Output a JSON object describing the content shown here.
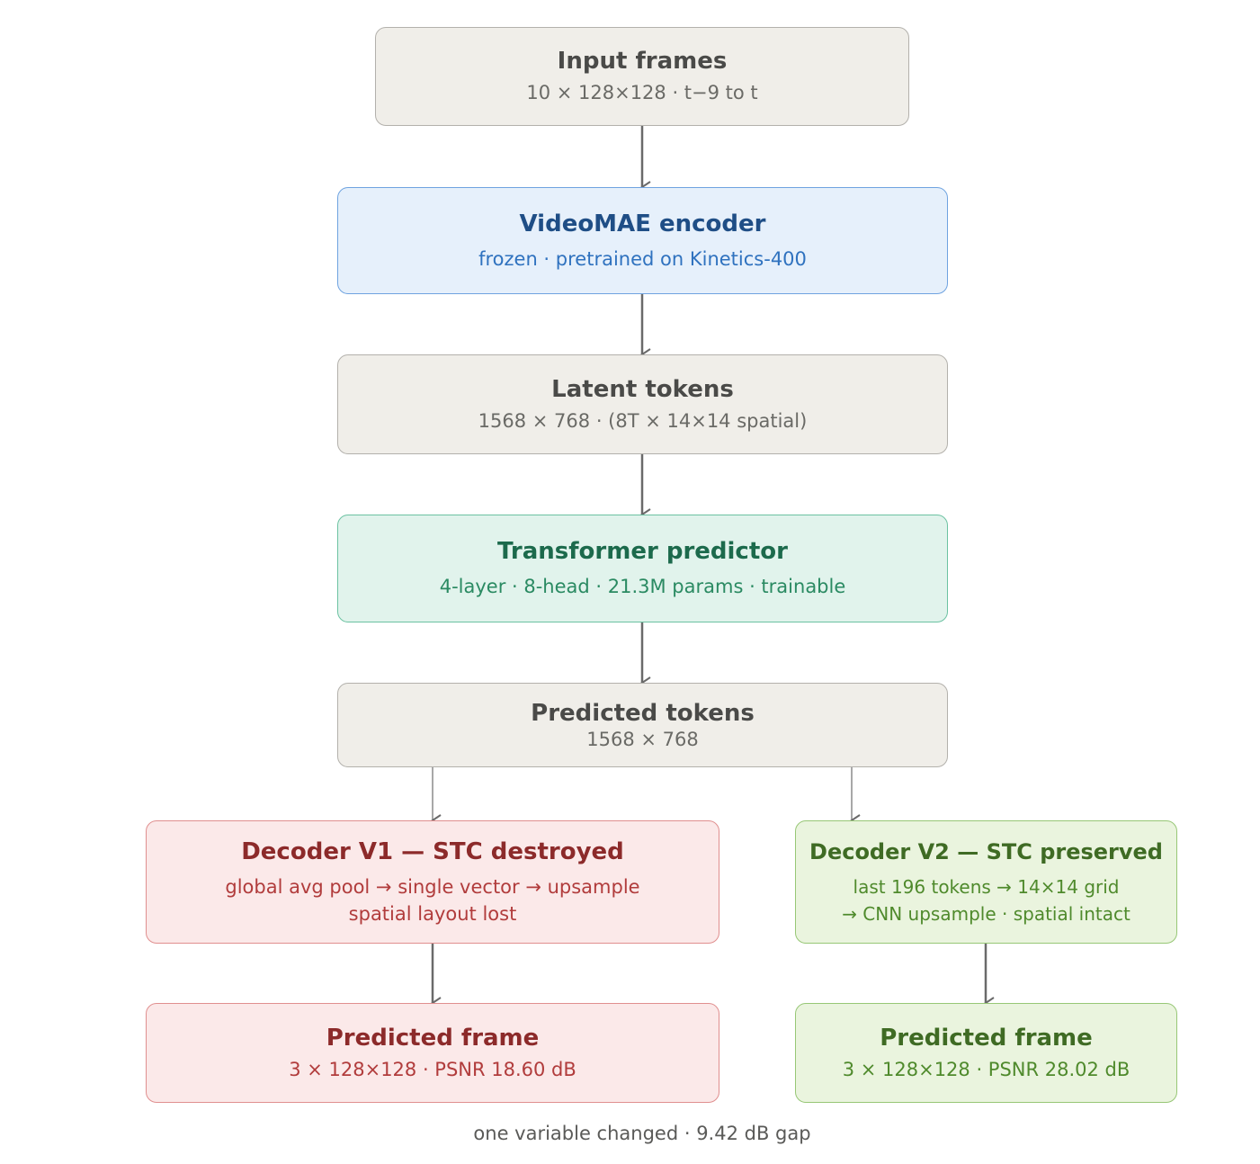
{
  "nodes": {
    "input_frames": {
      "title": "Input frames",
      "sub": "10 × 128×128 · t−9 to t"
    },
    "encoder": {
      "title": "VideoMAE encoder",
      "sub": "frozen · pretrained on Kinetics-400"
    },
    "latent_tokens": {
      "title": "Latent tokens",
      "sub": "1568 × 768 · (8T × 14×14 spatial)"
    },
    "predictor": {
      "title": "Transformer predictor",
      "sub": "4-layer · 8-head · 21.3M params · trainable"
    },
    "predicted_tokens": {
      "title": "Predicted tokens",
      "sub": "1568 × 768"
    },
    "decoder_v1": {
      "title": "Decoder V1 — STC destroyed",
      "sub1": "global avg pool → single vector → upsample",
      "sub2": "spatial layout lost"
    },
    "decoder_v2": {
      "title": "Decoder V2 — STC preserved",
      "sub1": "last 196 tokens → 14×14 grid",
      "sub2": "→ CNN upsample · spatial intact"
    },
    "frame_v1": {
      "title": "Predicted frame",
      "sub": "3 × 128×128 · PSNR 18.60 dB"
    },
    "frame_v2": {
      "title": "Predicted frame",
      "sub": "3 × 128×128 · PSNR 28.02 dB"
    }
  },
  "caption": "one variable changed · 9.42 dB gap",
  "colors": {
    "neutral": "#f0eee9",
    "encoder": "#e6f0fb",
    "predictor": "#e1f3ec",
    "v1": "#fbe9e9",
    "v2": "#eaf4de",
    "arrow": "#6a6a6a"
  }
}
